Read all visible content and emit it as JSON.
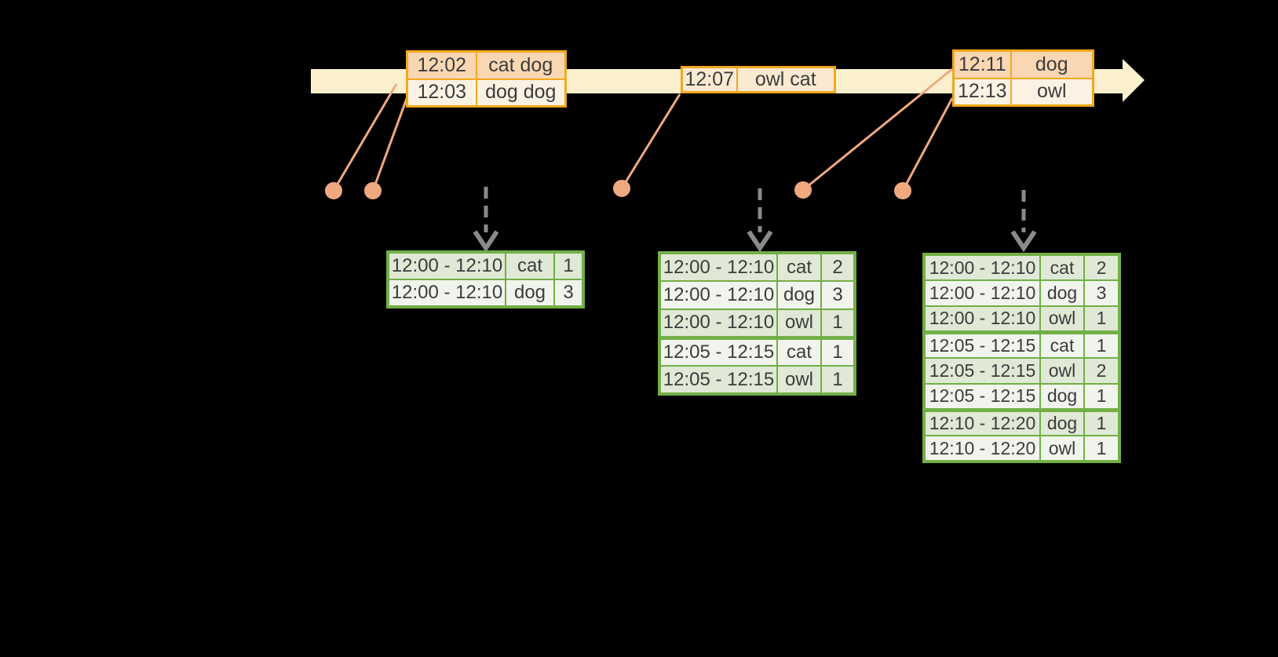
{
  "colors": {
    "background": "#000000",
    "timeline_band": "#FBF0CD",
    "orange_border": "#F2A81D",
    "orange_row_dark": "#FAD7B3",
    "orange_row_mid": "#FAEAD2",
    "orange_row_light": "#FCF2E3",
    "salmon": "#F0A87F",
    "gray_arrow": "#8A8A8A",
    "green_border": "#72AF46",
    "green_row_dark": "#DFE9D5",
    "green_row_light": "#F1F4ED",
    "text": "#3C3C3C"
  },
  "event_tables": [
    {
      "rows": [
        {
          "time": "12:02",
          "words": "cat dog"
        },
        {
          "time": "12:03",
          "words": "dog dog"
        }
      ]
    },
    {
      "rows": [
        {
          "time": "12:07",
          "words": "owl cat"
        }
      ]
    },
    {
      "rows": [
        {
          "time": "12:11",
          "words": "dog"
        },
        {
          "time": "12:13",
          "words": "owl"
        }
      ]
    }
  ],
  "result_tables": [
    {
      "rows": [
        [
          "12:00 - 12:10",
          "cat",
          "1"
        ],
        [
          "12:00 - 12:10",
          "dog",
          "3"
        ]
      ]
    },
    {
      "rows": [
        [
          "12:00 - 12:10",
          "cat",
          "2"
        ],
        [
          "12:00 - 12:10",
          "dog",
          "3"
        ],
        [
          "12:00 - 12:10",
          "owl",
          "1"
        ],
        [
          "12:05 - 12:15",
          "cat",
          "1"
        ],
        [
          "12:05 - 12:15",
          "owl",
          "1"
        ]
      ]
    },
    {
      "rows": [
        [
          "12:00 - 12:10",
          "cat",
          "2"
        ],
        [
          "12:00 - 12:10",
          "dog",
          "3"
        ],
        [
          "12:00 - 12:10",
          "owl",
          "1"
        ],
        [
          "12:05 - 12:15",
          "cat",
          "1"
        ],
        [
          "12:05 - 12:15",
          "owl",
          "2"
        ],
        [
          "12:05 - 12:15",
          "dog",
          "1"
        ],
        [
          "12:10 - 12:20",
          "dog",
          "1"
        ],
        [
          "12:10 - 12:20",
          "owl",
          "1"
        ]
      ]
    }
  ]
}
